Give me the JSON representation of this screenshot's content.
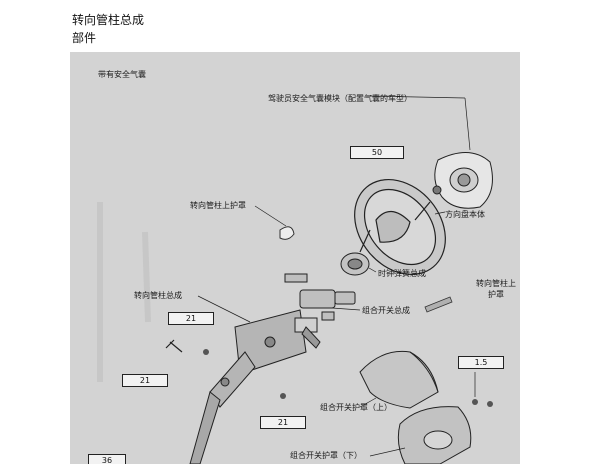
{
  "header": {
    "title": "转向管柱总成",
    "subtitle": "部件"
  },
  "diagram": {
    "corner_label": "带有安全气囊",
    "labels": {
      "airbag": "驾驶员安全气囊模块（配置气囊的车型）",
      "wheel": "方向盘本体",
      "upper_cover_left": "转向管柱上护罩",
      "spring": "时钟弹簧总成",
      "cover_right": "转向管柱上护罩",
      "column": "转向管柱总成",
      "combo_switch": "组合开关总成",
      "switch_cover_upper": "组合开关护罩（上）",
      "switch_cover_lower": "组合开关护罩（下）"
    },
    "torques": {
      "t50": "50",
      "t21a": "21",
      "t21b": "21",
      "t21c": "21",
      "t15": "1.5",
      "t36": "36"
    }
  }
}
